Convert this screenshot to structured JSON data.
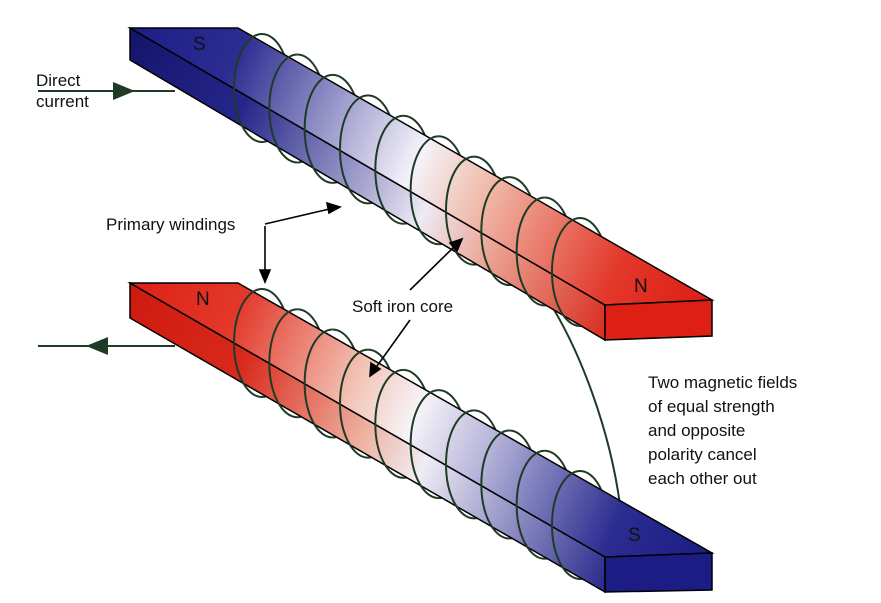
{
  "labels": {
    "direct_current": [
      "Direct",
      "current"
    ],
    "primary_windings": "Primary windings",
    "soft_iron_core": "Soft iron core",
    "note": [
      "Two magnetic fields",
      "of equal strength",
      "and opposite",
      "polarity cancel",
      "each other out"
    ]
  },
  "magnets": {
    "upper": {
      "left_pole": "S",
      "right_pole": "N"
    },
    "lower": {
      "left_pole": "N",
      "right_pole": "S"
    }
  },
  "colors": {
    "blue": "#1b1d85",
    "white": "#f4f3fa",
    "red": "#dd1f14",
    "wire": "#1d3b25",
    "arrow": "#000000"
  },
  "icons": {
    "current_arrow": "arrow-head-icon",
    "pointer": "pointer-arrow-icon"
  }
}
